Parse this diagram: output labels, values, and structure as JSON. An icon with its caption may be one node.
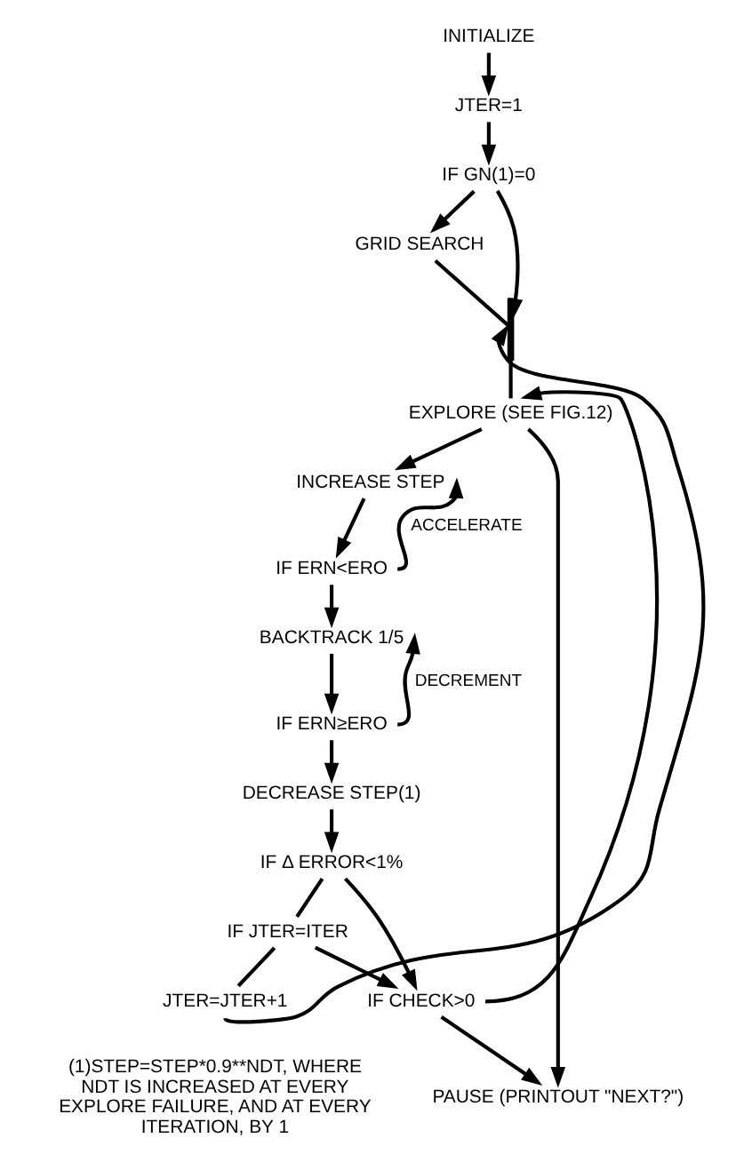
{
  "diagram": {
    "nodes": [
      {
        "text": [
          "INITIALIZE"
        ]
      },
      {
        "text": [
          "JTER=1"
        ]
      },
      {
        "text": [
          "IF GN(1)=0"
        ]
      },
      {
        "text": [
          "GRID SEARCH"
        ]
      },
      {
        "text": [],
        "shape": "bar"
      },
      {
        "text": [
          "EXPLORE (SEE FIG.12)"
        ]
      },
      {
        "text": [
          "INCREASE STEP"
        ]
      },
      {
        "text": [
          "IF ERN<ERO"
        ]
      },
      {
        "text": [
          "BACKTRACK 1/5"
        ]
      },
      {
        "text": [
          "IF ERN≥ERO"
        ]
      },
      {
        "text": [
          "DECREASE STEP(1)"
        ]
      },
      {
        "text": [
          "IF Δ ERROR<1%"
        ]
      },
      {
        "text": [
          "IF JTER=ITER"
        ]
      },
      {
        "text": [
          "JTER=JTER+1"
        ]
      },
      {
        "text": [
          "IF CHECK>0"
        ]
      },
      {
        "text": [
          "PAUSE (PRINTOUT \"NEXT?\")"
        ]
      }
    ],
    "edges": [
      {
        "from": 0,
        "to": 1,
        "arrow": "to"
      },
      {
        "from": 1,
        "to": 2,
        "arrow": "to"
      },
      {
        "from": 2,
        "to": 3,
        "arrow": "to"
      },
      {
        "from": 2,
        "to": 4,
        "arrow": "to"
      },
      {
        "from": 3,
        "to": 4,
        "arrow": "none"
      },
      {
        "from": 4,
        "to": 5,
        "arrow": "none"
      },
      {
        "from": 5,
        "to": 6,
        "arrow": "to"
      },
      {
        "from": 6,
        "to": 7,
        "arrow": "to"
      },
      {
        "from": 7,
        "to": 6,
        "arrow": "to",
        "label": "ACCELERATE"
      },
      {
        "from": 7,
        "to": 8,
        "arrow": "to"
      },
      {
        "from": 8,
        "to": 9,
        "arrow": "to"
      },
      {
        "from": 9,
        "to": 8,
        "arrow": "to",
        "label": "DECREMENT"
      },
      {
        "from": 9,
        "to": 10,
        "arrow": "to"
      },
      {
        "from": 10,
        "to": 11,
        "arrow": "to"
      },
      {
        "from": 11,
        "to": 12,
        "arrow": "none"
      },
      {
        "from": 12,
        "to": 13,
        "arrow": "none"
      },
      {
        "from": 11,
        "to": 14,
        "arrow": "to"
      },
      {
        "from": 12,
        "to": 14,
        "arrow": "to"
      },
      {
        "from": 13,
        "to": 4,
        "arrow": "to"
      },
      {
        "from": 14,
        "to": 5,
        "arrow": "to"
      },
      {
        "from": 5,
        "to": 15,
        "arrow": "to"
      },
      {
        "from": 14,
        "to": 15,
        "arrow": "to"
      }
    ],
    "labels": [
      "(1)STEP=STEP*0.9**NDT, WHERE NDT IS INCREASED AT EVERY EXPLORE FAILURE, AND AT EVERY ITERATION, BY 1"
    ]
  }
}
